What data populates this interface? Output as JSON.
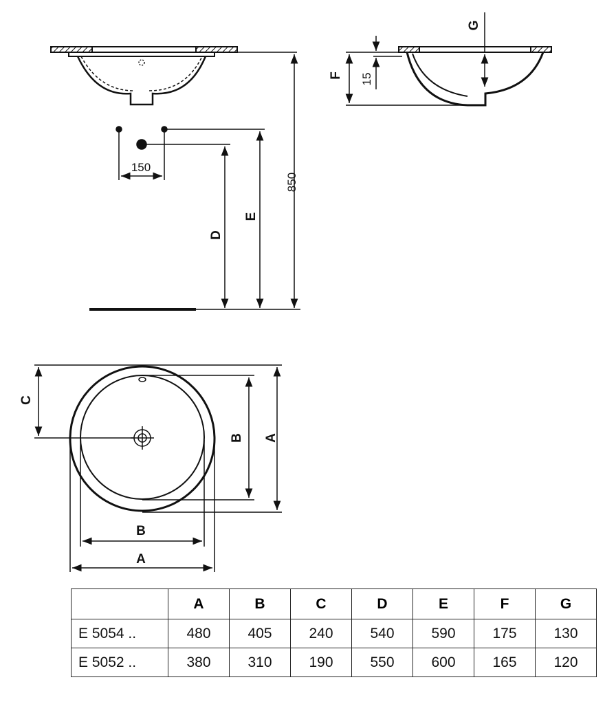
{
  "drawing": {
    "front_view": {
      "height_850": "850",
      "tap_spacing_150": "150",
      "label_D": "D",
      "label_E": "E"
    },
    "side_view": {
      "label_F": "F",
      "label_15": "15",
      "label_G": "G"
    },
    "plan_view": {
      "label_C": "C",
      "label_B_vertical": "B",
      "label_A_vertical": "A",
      "label_B_horizontal": "B",
      "label_A_horizontal": "A"
    }
  },
  "table": {
    "headers": [
      "",
      "A",
      "B",
      "C",
      "D",
      "E",
      "F",
      "G"
    ],
    "rows": [
      [
        "E 5054 ..",
        "480",
        "405",
        "240",
        "540",
        "590",
        "175",
        "130"
      ],
      [
        "E 5052 ..",
        "380",
        "310",
        "190",
        "550",
        "600",
        "165",
        "120"
      ]
    ]
  }
}
